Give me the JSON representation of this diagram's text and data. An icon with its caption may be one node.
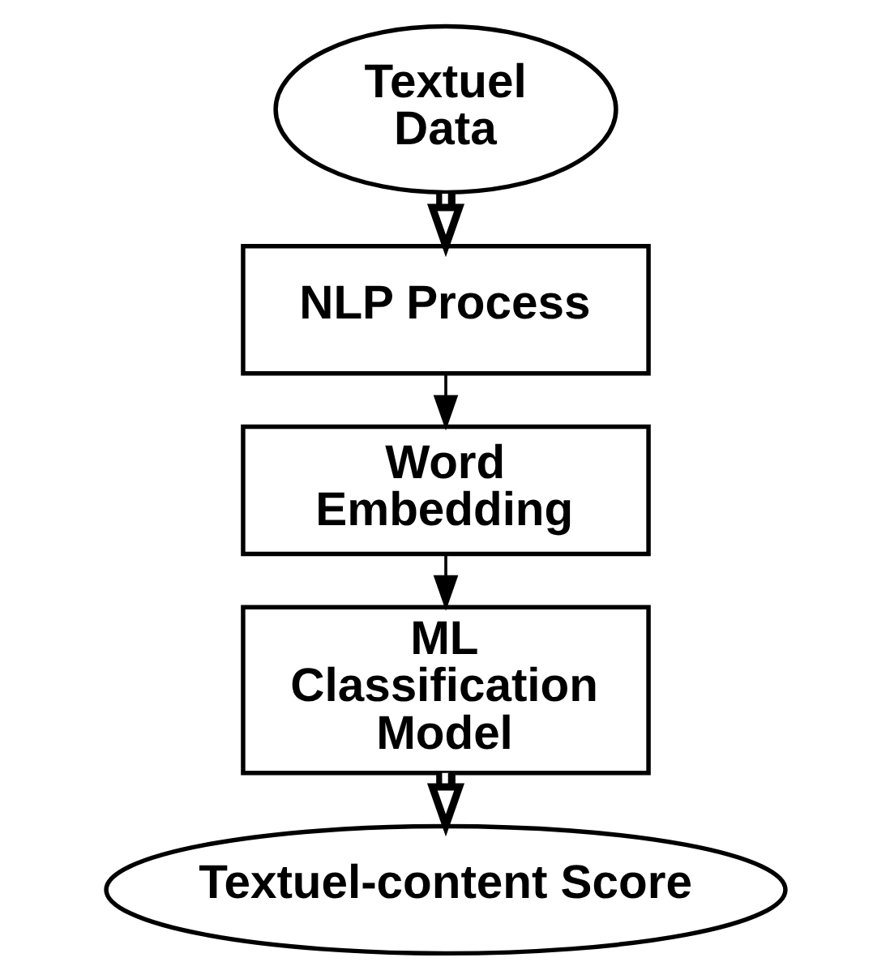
{
  "diagram": {
    "nodes": [
      {
        "text": [
          "Textuel Data"
        ]
      },
      {
        "text": [
          "NLP Process"
        ]
      },
      {
        "text": [
          "Word Embedding"
        ]
      },
      {
        "text": [
          "ML Classification Model"
        ]
      },
      {
        "text": [
          "Textuel-content Score"
        ]
      }
    ],
    "edges": [
      {
        "from": 0,
        "to": 1,
        "arrow": "to",
        "style": "thick"
      },
      {
        "from": 1,
        "to": 2,
        "arrow": "to"
      },
      {
        "from": 2,
        "to": 3,
        "arrow": "to"
      },
      {
        "from": 3,
        "to": 4,
        "arrow": "to",
        "style": "thick"
      }
    ]
  }
}
